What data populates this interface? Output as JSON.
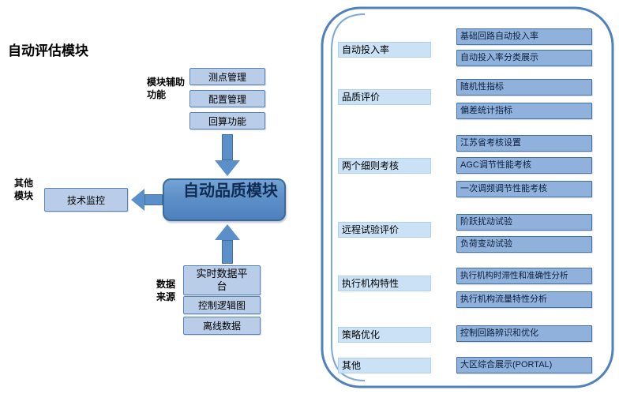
{
  "title": "自动评估模块",
  "center": {
    "label": "自动品质模块"
  },
  "left_module": {
    "label": "其他模块",
    "box": "技术监控"
  },
  "aux": {
    "label": "模块辅助功能",
    "items": [
      "测点管理",
      "配置管理",
      "回算功能"
    ]
  },
  "sources": {
    "label": "数据来源",
    "items": [
      "实时数据平台",
      "控制逻辑图",
      "离线数据"
    ]
  },
  "panel": {
    "groups": [
      {
        "category": "自动投入率",
        "items": [
          "基础回路自动投入率",
          "自动投入率分类展示"
        ]
      },
      {
        "category": "品质评价",
        "items": [
          "随机性指标",
          "偏差统计指标"
        ]
      },
      {
        "category": "两个细则考核",
        "items": [
          "江苏省考核设置",
          "AGC调节性能考核",
          "一次调频调节性能考核"
        ]
      },
      {
        "category": "远程试验评价",
        "items": [
          "阶跃扰动试验",
          "负荷变动试验"
        ]
      },
      {
        "category": "执行机构特性",
        "items": [
          "执行机构时滞性和准确性分析",
          "执行机构流量特性分析"
        ]
      },
      {
        "category": "策略优化",
        "items": [
          "控制回路辨识和优化"
        ]
      },
      {
        "category": "其他",
        "items": [
          "大区综合展示(PORTAL)"
        ]
      }
    ]
  },
  "colors": {
    "accent": "#4f81bd",
    "light_box": "#b9cde8",
    "category_box": "#cbe2f6",
    "item_box": "#8fb1dc",
    "center_box": "#5d90c7"
  }
}
